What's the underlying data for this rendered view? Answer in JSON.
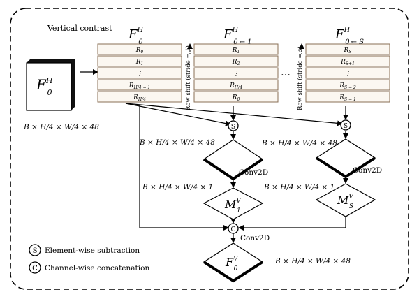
{
  "panel_title": "Vertical contrast",
  "input": {
    "main": "F",
    "sup": "H",
    "sub": "0"
  },
  "input_dims": "B × H/4 × W/4 × 48",
  "stacks": [
    {
      "title": {
        "main": "F",
        "sup": "H",
        "sub": "0",
        "shift": ""
      },
      "rows": [
        {
          "main": "R",
          "sub": "0"
        },
        {
          "main": "R",
          "sub": "1"
        },
        {
          "main": "⋮",
          "sub": ""
        },
        {
          "main": "R",
          "sub": "H/4 − 1"
        },
        {
          "main": "R",
          "sub": "H/4"
        }
      ]
    },
    {
      "title": {
        "main": "F",
        "sup": "H",
        "sub": "0",
        "shift": "← 1"
      },
      "rows": [
        {
          "main": "R",
          "sub": "1"
        },
        {
          "main": "R",
          "sub": "2"
        },
        {
          "main": "⋮",
          "sub": ""
        },
        {
          "main": "R",
          "sub": "H/4"
        },
        {
          "main": "R",
          "sub": "0"
        }
      ]
    },
    {
      "title": {
        "main": "F",
        "sup": "H",
        "sub": "0",
        "shift": "← S"
      },
      "rows": [
        {
          "main": "R",
          "sub": "S"
        },
        {
          "main": "R",
          "sub": "S+1"
        },
        {
          "main": "⋮",
          "sub": ""
        },
        {
          "main": "R",
          "sub": "S − 2"
        },
        {
          "main": "R",
          "sub": "S − 1"
        }
      ]
    }
  ],
  "row_shift_1": "Row shift (stride = 1)",
  "row_shift_s": "Row shift (stride = s)",
  "stack_ellipsis": "…",
  "left_dims_48": "B × H/4 × W/4 × 48",
  "right_dims_48": "B × H/4 × W/4 × 48",
  "left_dims_1": "B × H/4 × W/4 × 1",
  "mid_dims_1": "B × H/4 × W/4 × 1",
  "conv2d_left": "Conv2D",
  "conv2d_right": "Conv2D",
  "conv2d_bottom": "Conv2D",
  "m1": {
    "main": "M",
    "sup": "V",
    "sub": "1"
  },
  "ms": {
    "main": "M",
    "sup": "V",
    "sub": "S"
  },
  "output": {
    "main": "F",
    "sup": "V",
    "sub": "0"
  },
  "output_dims": "B × H/4 × W/4 × 48",
  "op_subtract": "S",
  "op_concat": "C",
  "legend": {
    "subtract": "Element-wise subtraction",
    "concat": "Channel-wise concatenation"
  }
}
